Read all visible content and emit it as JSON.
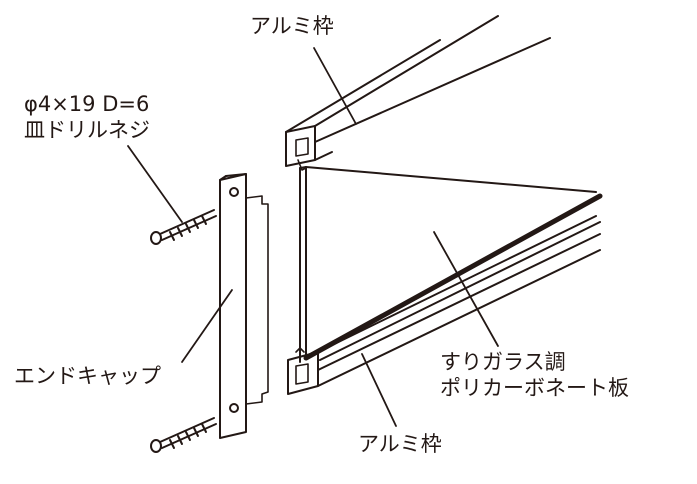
{
  "labels": {
    "frame_top": "アルミ枠",
    "screw_spec": "φ4×19 D=6",
    "screw_name": "皿ドリルネジ",
    "end_cap": "エンドキャップ",
    "panel_line1": "すりガラス調",
    "panel_line2": "ポリカーボネート板",
    "frame_bottom": "アルミ枠"
  },
  "colors": {
    "line": "#231815",
    "background": "#ffffff"
  },
  "parts": [
    "top-aluminum-frame",
    "bottom-aluminum-frame",
    "polycarbonate-panel",
    "end-cap",
    "screw"
  ]
}
